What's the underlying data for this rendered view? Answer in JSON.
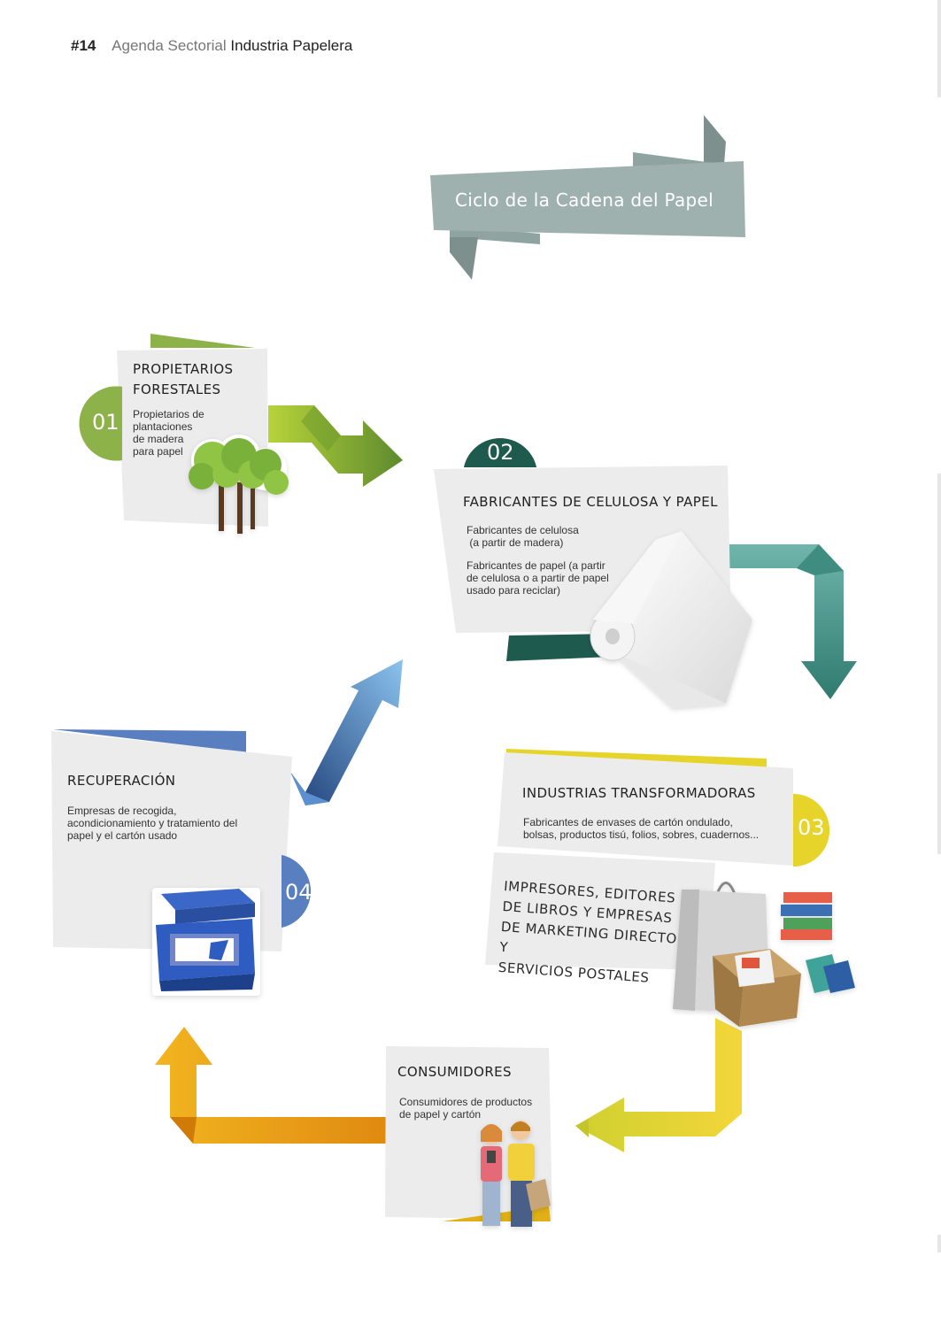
{
  "header": {
    "page_number": "#14",
    "agenda_label": "Agenda Sectorial",
    "industry_label": "Industria Papelera"
  },
  "ribbon": {
    "title": "Ciclo de la Cadena del Papel"
  },
  "stages": {
    "s1": {
      "number": "01",
      "title_line1": "PROPIETARIOS",
      "title_line2": "FORESTALES",
      "desc_line1": "Propietarios de",
      "desc_line2": "plantaciones",
      "desc_line3": "de madera",
      "desc_line4": "para papel"
    },
    "s2": {
      "number": "02",
      "title": "FABRICANTES DE CELULOSA Y PAPEL",
      "desc_line1": "Fabricantes de celulosa",
      "desc_line2": " (a partir de madera)",
      "desc_line3": "Fabricantes de papel (a partir",
      "desc_line4": "de celulosa o a partir de papel",
      "desc_line5": "usado para reciclar)"
    },
    "s3": {
      "number": "03",
      "title": "INDUSTRIAS TRANSFORMADORAS",
      "desc_line1": "Fabricantes de envases de cartón ondulado,",
      "desc_line2": "bolsas, productos tisú, folios, sobres, cuadernos...",
      "sub_line1": "IMPRESORES, EDITORES",
      "sub_line2": "DE LIBROS Y EMPRESAS",
      "sub_line3": "DE MARKETING DIRECTO Y",
      "sub_line4": "SERVICIOS POSTALES"
    },
    "s4": {
      "number": "04",
      "title": "RECUPERACIÓN",
      "desc_line1": "Empresas de recogida,",
      "desc_line2": "acondicionamiento y tratamiento del",
      "desc_line3": "papel y el cartón usado"
    },
    "consumers": {
      "title": "CONSUMIDORES",
      "desc_line1": "Consumidores de productos",
      "desc_line2": "de papel y cartón"
    }
  },
  "colors": {
    "ribbon": "#9fb1ae",
    "ribbon_dark": "#7d908d",
    "card": "#ececed",
    "green": "#8db24a",
    "dark_teal": "#1f5a4f",
    "teal": "#5aa59a",
    "yellow": "#e6d42a",
    "blue": "#5a7fc0",
    "navy": "#1f3f7a",
    "orange": "#e09a12"
  },
  "icons": {
    "s1": "trees-icon",
    "s2": "paper-roll-icon",
    "s3": "shopping-bag-box-books-icon",
    "s4": "recycling-bin-icon",
    "consumers": "couple-shopping-icon"
  }
}
